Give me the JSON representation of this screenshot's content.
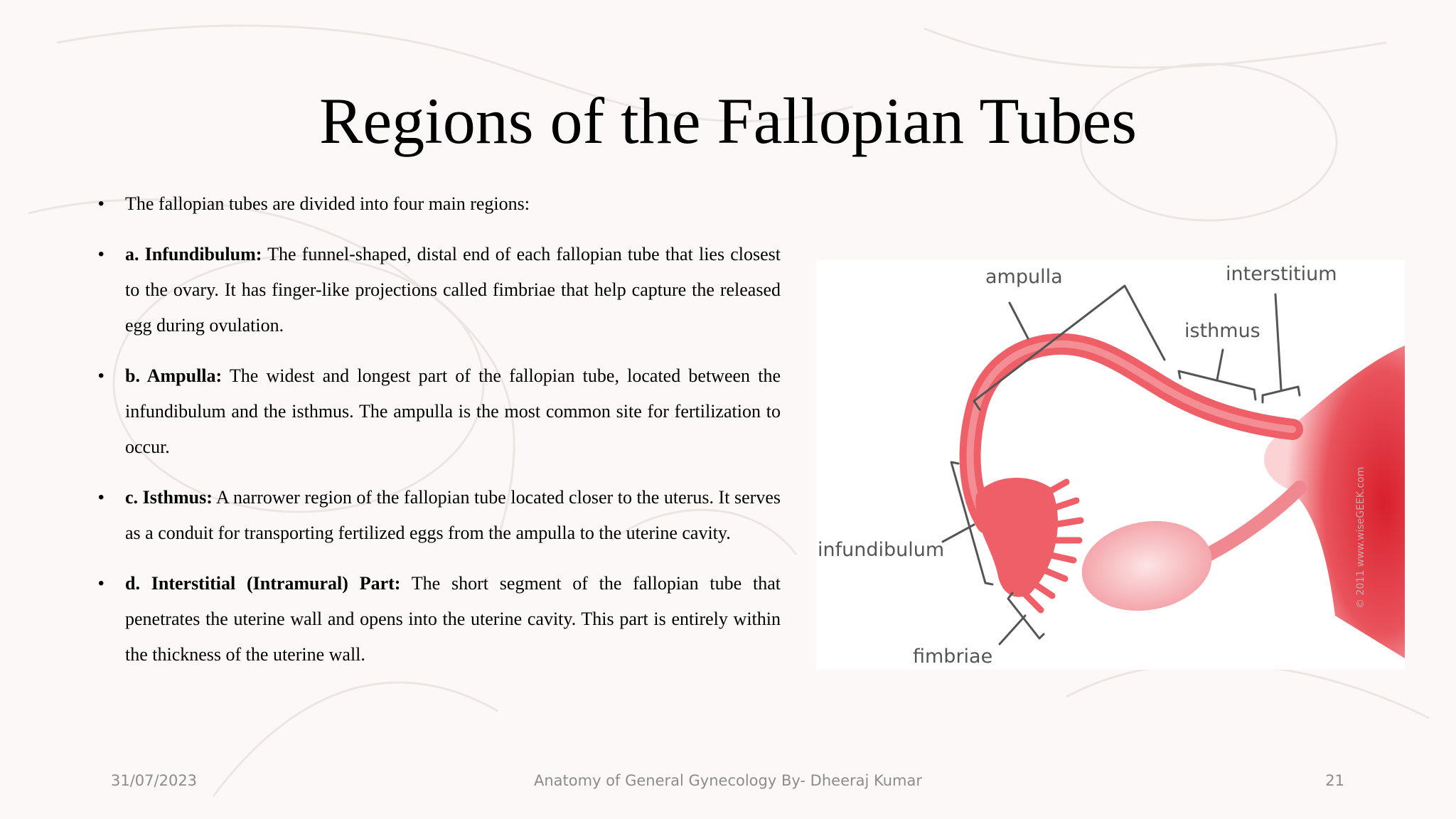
{
  "title": "Regions of the Fallopian Tubes",
  "bullets": [
    {
      "lead": "",
      "text": "The fallopian tubes are divided into four main regions:"
    },
    {
      "lead": "a. Infundibulum:",
      "text": " The funnel-shaped, distal end of each fallopian tube that lies closest to the ovary. It has finger-like projections called fimbriae that help capture the released egg during ovulation."
    },
    {
      "lead": "b. Ampulla:",
      "text": " The widest and longest part of the fallopian tube, located between the infundibulum and the isthmus. The ampulla is the most common site for fertilization to occur."
    },
    {
      "lead": "c. Isthmus:",
      "text": " A narrower region of the fallopian tube located closer to the uterus. It serves as a conduit for transporting fertilized eggs from the ampulla to the uterine cavity."
    },
    {
      "lead": "d. Interstitial (Intramural) Part:",
      "text": " The short segment of the fallopian tube that penetrates the uterine wall and opens into the uterine cavity. This part is entirely within the thickness of the uterine wall."
    }
  ],
  "figure": {
    "labels": {
      "ampulla": "ampulla",
      "interstitium": "interstitium",
      "isthmus": "isthmus",
      "infundibulum": "infundibulum",
      "fimbriae": "fimbriae"
    },
    "watermark": "© 2011 www.wiseGEEK.com",
    "colors": {
      "tube": "#ef5f68",
      "tube_light": "#f8b6ba",
      "uterus": "#d8202c",
      "leader": "#555555"
    }
  },
  "footer": {
    "date": "31/07/2023",
    "center": "Anatomy of General Gynecology By- Dheeraj Kumar",
    "page": "21"
  }
}
